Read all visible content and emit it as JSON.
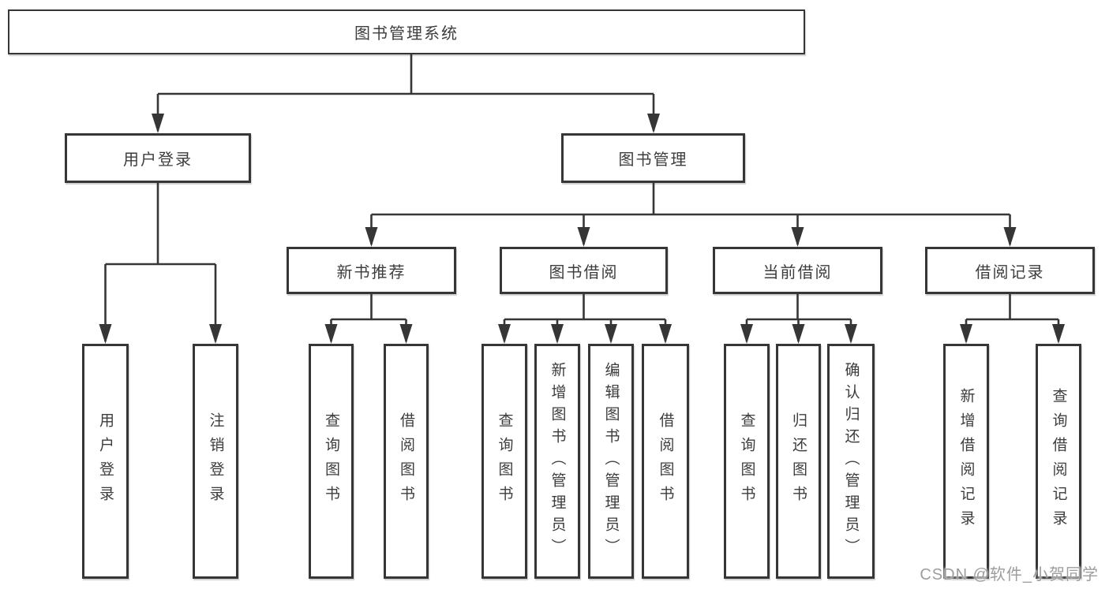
{
  "colors": {
    "background": "#ffffff",
    "line": "#363636",
    "text": "#3d3d3d",
    "watermark": "#9d9d9d"
  },
  "watermark": {
    "text": "CSDN @软件_小贺同学"
  },
  "tree": {
    "root": "图书管理系统",
    "branches": [
      {
        "label": "用户登录",
        "leaves": [
          "用户登录",
          "注销登录"
        ]
      },
      {
        "label": "图书管理",
        "children": [
          {
            "label": "新书推荐",
            "leaves": [
              "查询图书",
              "借阅图书"
            ]
          },
          {
            "label": "图书借阅",
            "leaves": [
              "查询图书",
              "新增图书（管理员）",
              "编辑图书（管理员）",
              "借阅图书"
            ]
          },
          {
            "label": "当前借阅",
            "leaves": [
              "查询图书",
              "归还图书",
              "确认归还（管理员）"
            ]
          },
          {
            "label": "借阅记录",
            "leaves": [
              "新增借阅记录",
              "查询借阅记录"
            ]
          }
        ]
      }
    ]
  }
}
